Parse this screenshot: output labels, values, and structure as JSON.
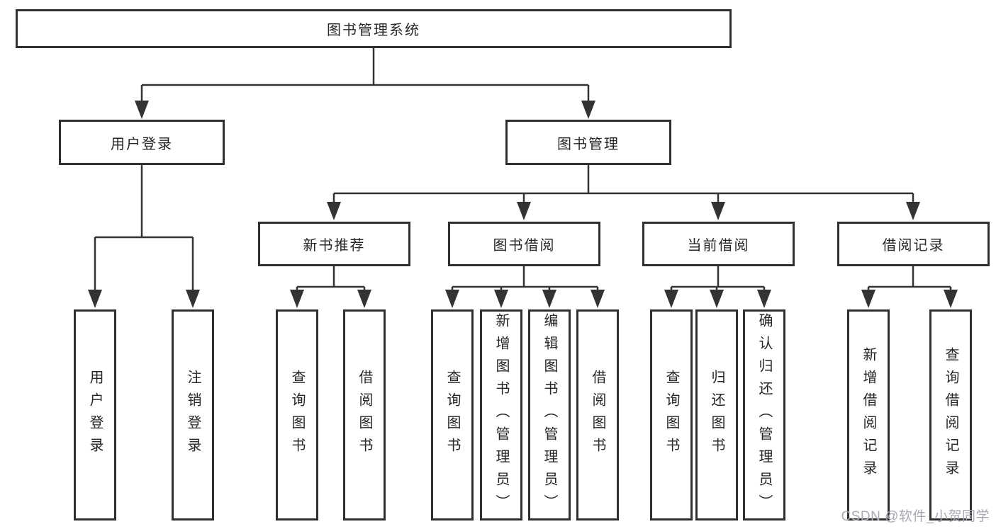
{
  "diagram": {
    "type": "hierarchy-tree",
    "nodes": {
      "root": {
        "label": "图书管理系统"
      },
      "user_login": {
        "label": "用户登录"
      },
      "book_mgmt": {
        "label": "图书管理"
      },
      "user_login_action": {
        "label": "用户登录"
      },
      "logout_action": {
        "label": "注销登录"
      },
      "new_book_rec": {
        "label": "新书推荐"
      },
      "book_borrow": {
        "label": "图书借阅"
      },
      "current_borrow": {
        "label": "当前借阅"
      },
      "borrow_record": {
        "label": "借阅记录"
      },
      "nb_query_book": {
        "label": "查询图书"
      },
      "nb_borrow_book": {
        "label": "借阅图书"
      },
      "bb_query_book": {
        "label": "查询图书"
      },
      "bb_add_book": {
        "label": "新增图书（管理员）"
      },
      "bb_edit_book": {
        "label": "编辑图书（管理员）"
      },
      "bb_borrow_book": {
        "label": "借阅图书"
      },
      "cb_query_book": {
        "label": "查询图书"
      },
      "cb_return_book": {
        "label": "归还图书"
      },
      "cb_confirm_return": {
        "label": "确认归还（管理员）"
      },
      "br_add_record": {
        "label": "新增借阅记录"
      },
      "br_query_record": {
        "label": "查询借阅记录"
      }
    },
    "hierarchy": {
      "root": [
        "user_login",
        "book_mgmt"
      ],
      "user_login": [
        "user_login_action",
        "logout_action"
      ],
      "book_mgmt": [
        "new_book_rec",
        "book_borrow",
        "current_borrow",
        "borrow_record"
      ],
      "new_book_rec": [
        "nb_query_book",
        "nb_borrow_book"
      ],
      "book_borrow": [
        "bb_query_book",
        "bb_add_book",
        "bb_edit_book",
        "bb_borrow_book"
      ],
      "current_borrow": [
        "cb_query_book",
        "cb_return_book",
        "cb_confirm_return"
      ],
      "borrow_record": [
        "br_add_record",
        "br_query_record"
      ]
    }
  },
  "watermark": {
    "text": "CSDN @软件_小贺同学"
  },
  "colors": {
    "line": "#333333",
    "box_border": "#2f2f2f",
    "text": "#262626",
    "watermark": "#a9a9b3",
    "background": "#ffffff"
  }
}
